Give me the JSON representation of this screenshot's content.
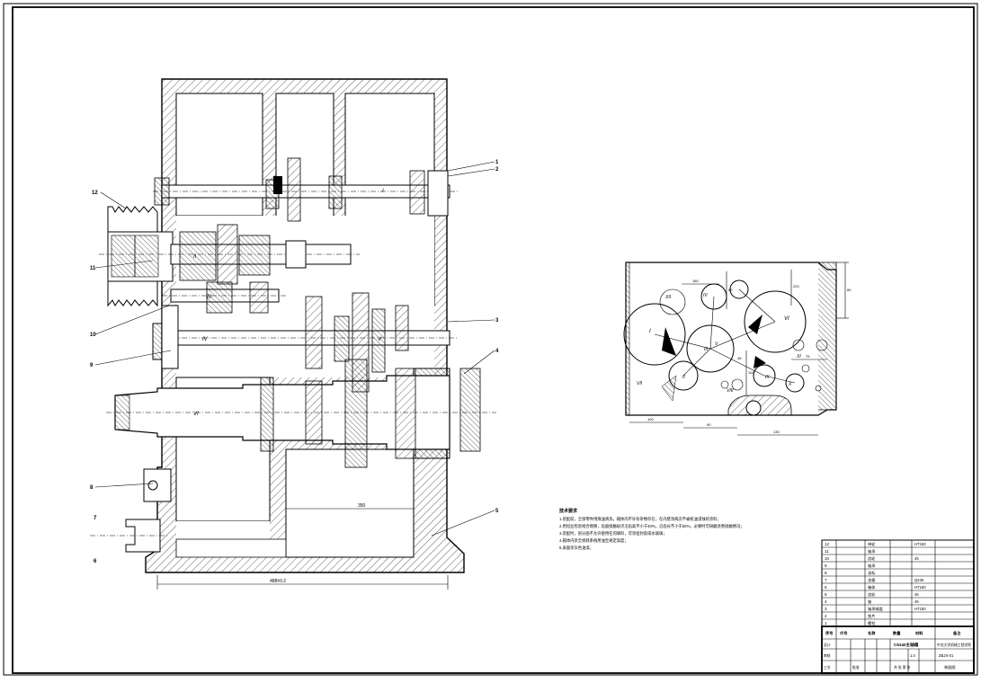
{
  "drawing": {
    "callouts": [
      "1",
      "2",
      "3",
      "4",
      "5",
      "6",
      "7",
      "8",
      "9",
      "10",
      "11",
      "12"
    ],
    "shaft_labels": [
      "I",
      "II",
      "III",
      "IV",
      "V",
      "VI"
    ],
    "overall_length_dim": "488±0.2",
    "inner_dim": "350"
  },
  "gear_diagram": {
    "roman_labels": [
      "I",
      "II",
      "III",
      "IV",
      "V",
      "VI",
      "VII",
      "VIII",
      "IX",
      "X",
      "XI",
      "XII"
    ],
    "dims": [
      "100",
      "90",
      "130",
      "80",
      "60",
      "110",
      "75",
      "160",
      "220",
      "45"
    ]
  },
  "notes": {
    "title": "技术要求",
    "lines": [
      "1.装配前，全部零件用煤油清洗，箱体内不许有杂物存在，在内壁涂两次不被机油浸蚀的涂料；",
      "2.用铅丝检验啮合侧隙，齿面接触斑点沿齿高不小于40%，沿齿长不小于50%，必要时可研磨改善接触情况；",
      "3.装配时，剖分面不允许使用任何填料，可涂密封胶或水玻璃；",
      "4.箱体内装全损耗系统用油至规定高度；",
      "5.表面涂灰色油漆。"
    ]
  },
  "bom": {
    "rows": [
      {
        "no": "12",
        "name": "带轮",
        "mat": "HT150"
      },
      {
        "no": "11",
        "name": "轴承",
        "mat": ""
      },
      {
        "no": "10",
        "name": "齿轮",
        "mat": "45"
      },
      {
        "no": "9",
        "name": "轴承",
        "mat": ""
      },
      {
        "no": "8",
        "name": "油标",
        "mat": ""
      },
      {
        "no": "7",
        "name": "油塞",
        "mat": "Q235"
      },
      {
        "no": "6",
        "name": "箱体",
        "mat": "HT150"
      },
      {
        "no": "5",
        "name": "齿轮",
        "mat": "45"
      },
      {
        "no": "4",
        "name": "轴",
        "mat": "45"
      },
      {
        "no": "3",
        "name": "轴承端盖",
        "mat": "HT150"
      },
      {
        "no": "2",
        "name": "垫片",
        "mat": ""
      },
      {
        "no": "1",
        "name": "螺栓",
        "mat": ""
      }
    ],
    "header": {
      "no": "序号",
      "code": "代号",
      "name": "名称",
      "qty": "数量",
      "mat": "材料",
      "remark": "备注"
    },
    "title": "C6140主轴箱",
    "school": "中北大学机械工程学院",
    "scale": "1:4",
    "drawing_no": "ZBJX-01",
    "label_design": "设计",
    "label_check": "审核",
    "label_craft": "工艺",
    "label_approve": "批准",
    "label_total": "共 张 第 张",
    "label_assembly": "装配图"
  }
}
